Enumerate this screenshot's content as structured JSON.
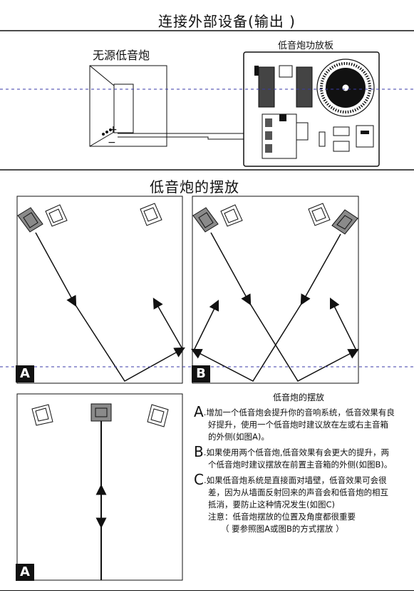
{
  "sections": {
    "output_title": "连接外部设备(输出 )",
    "placement_title": "低音炮的摆放"
  },
  "output_diagram": {
    "passive_sub_label": "无源低音炮",
    "amp_board_label": "低音炮功放板",
    "plus_sign": "+",
    "minus_sign": "−"
  },
  "placement": {
    "panel_a_tag": "A",
    "panel_b_tag": "B",
    "panel_c_tag": "A"
  },
  "notes": {
    "heading": "低音炮的摆放",
    "a_letter": "A",
    "a_text": ".增加一个低音炮会提升你的音响系统，低音效果有良好提升，使用一个低音炮时建议放在左或右主音箱的外侧(如图A)。",
    "b_letter": "B",
    "b_text": ".如果使用两个低音炮,低音效果有会更大的提升，两个低音炮时建议摆放在前置主音箱的外侧(如图B)。",
    "c_letter": "C",
    "c_text": ".如果低音炮系统是直接面对墙壁，低音效果可会很差，因为从墙面反射回来的声音会和低音炮的相互抵消，要防止这种情况发生(如图C)",
    "attention": "注意：低音炮摆放的位置及角度都很重要",
    "attention_sub": "（ 要参照图A或图B的方式摆放 ）"
  },
  "colors": {
    "sub_gray": "#8a8a8a",
    "dashed_blue": "#3a3aa8",
    "line": "#111111"
  }
}
